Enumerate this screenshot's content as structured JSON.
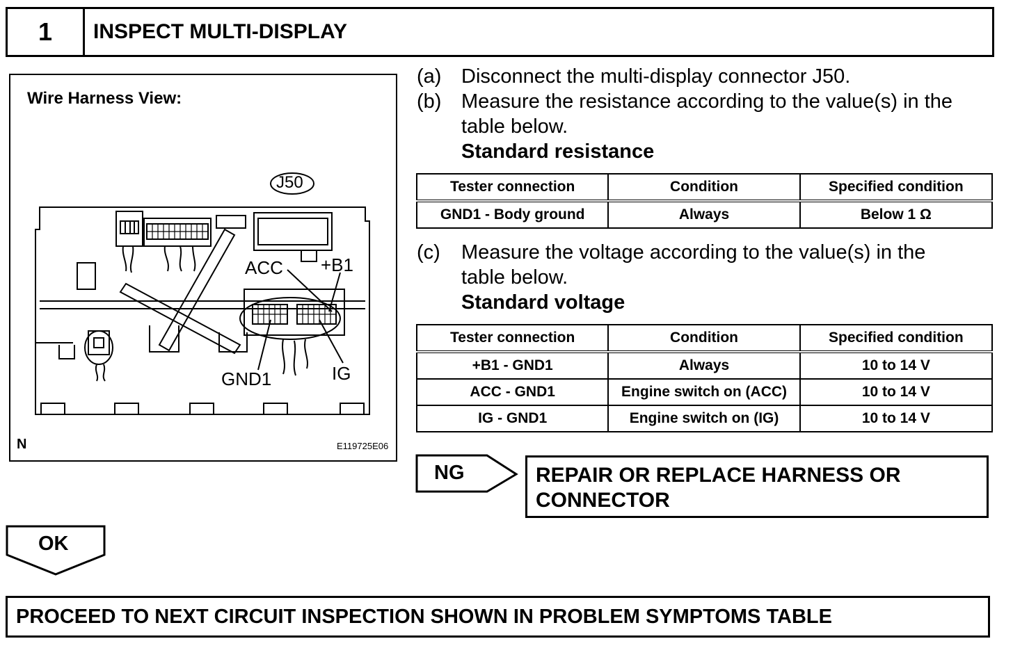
{
  "step": {
    "number": "1",
    "title": "INSPECT MULTI-DISPLAY"
  },
  "figure": {
    "caption": "Wire Harness View:",
    "connector_label": "J50",
    "terminal_labels": {
      "acc": "ACC",
      "b1": "+B1",
      "gnd1": "GND1",
      "ig": "IG"
    },
    "orientation_mark": "N",
    "figure_code": "E119725E06"
  },
  "instructions": {
    "a": {
      "marker": "(a)",
      "line1": "Disconnect the multi-display connector J50."
    },
    "b": {
      "marker": "(b)",
      "line1": "Measure the resistance according to the value(s) in the",
      "line2": "table below.",
      "standard": "Standard resistance"
    },
    "c": {
      "marker": "(c)",
      "line1": "Measure the voltage according to the value(s) in the",
      "line2": "table below.",
      "standard": "Standard voltage"
    }
  },
  "resistance_table": {
    "headers": [
      "Tester connection",
      "Condition",
      "Specified condition"
    ],
    "rows": [
      [
        "GND1 - Body ground",
        "Always",
        "Below 1 Ω"
      ]
    ]
  },
  "voltage_table": {
    "headers": [
      "Tester connection",
      "Condition",
      "Specified condition"
    ],
    "rows": [
      [
        "+B1 - GND1",
        "Always",
        "10 to 14 V"
      ],
      [
        "ACC - GND1",
        "Engine switch on (ACC)",
        "10 to 14 V"
      ],
      [
        "IG - GND1",
        "Engine switch on (IG)",
        "10 to 14 V"
      ]
    ]
  },
  "ng_branch": {
    "label": "NG",
    "result_line1": "REPAIR OR REPLACE HARNESS OR",
    "result_line2": "CONNECTOR"
  },
  "ok_branch": {
    "label": "OK"
  },
  "final_action": "PROCEED TO NEXT CIRCUIT INSPECTION SHOWN IN PROBLEM SYMPTOMS TABLE"
}
